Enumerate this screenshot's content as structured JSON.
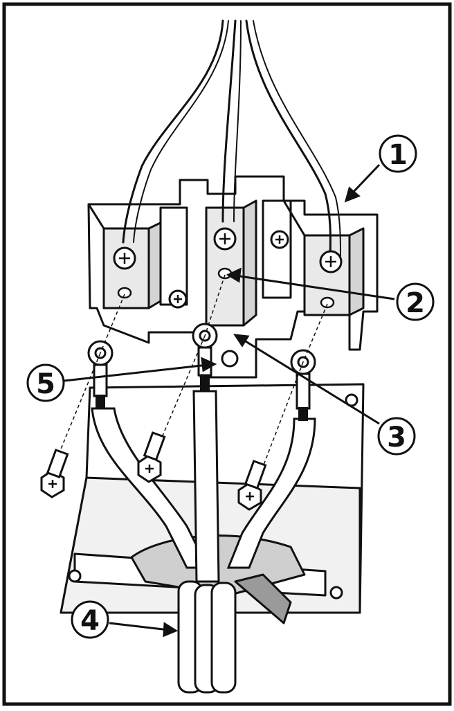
{
  "callouts": [
    {
      "id": "callout-1",
      "label": "1"
    },
    {
      "id": "callout-2",
      "label": "2"
    },
    {
      "id": "callout-3",
      "label": "3"
    },
    {
      "id": "callout-4",
      "label": "4"
    },
    {
      "id": "callout-5",
      "label": "5"
    }
  ],
  "colors": {
    "line": "#111111",
    "fill": "#ffffff",
    "shade": "#e6e6e6",
    "dark_shade": "#bdbdbd"
  }
}
